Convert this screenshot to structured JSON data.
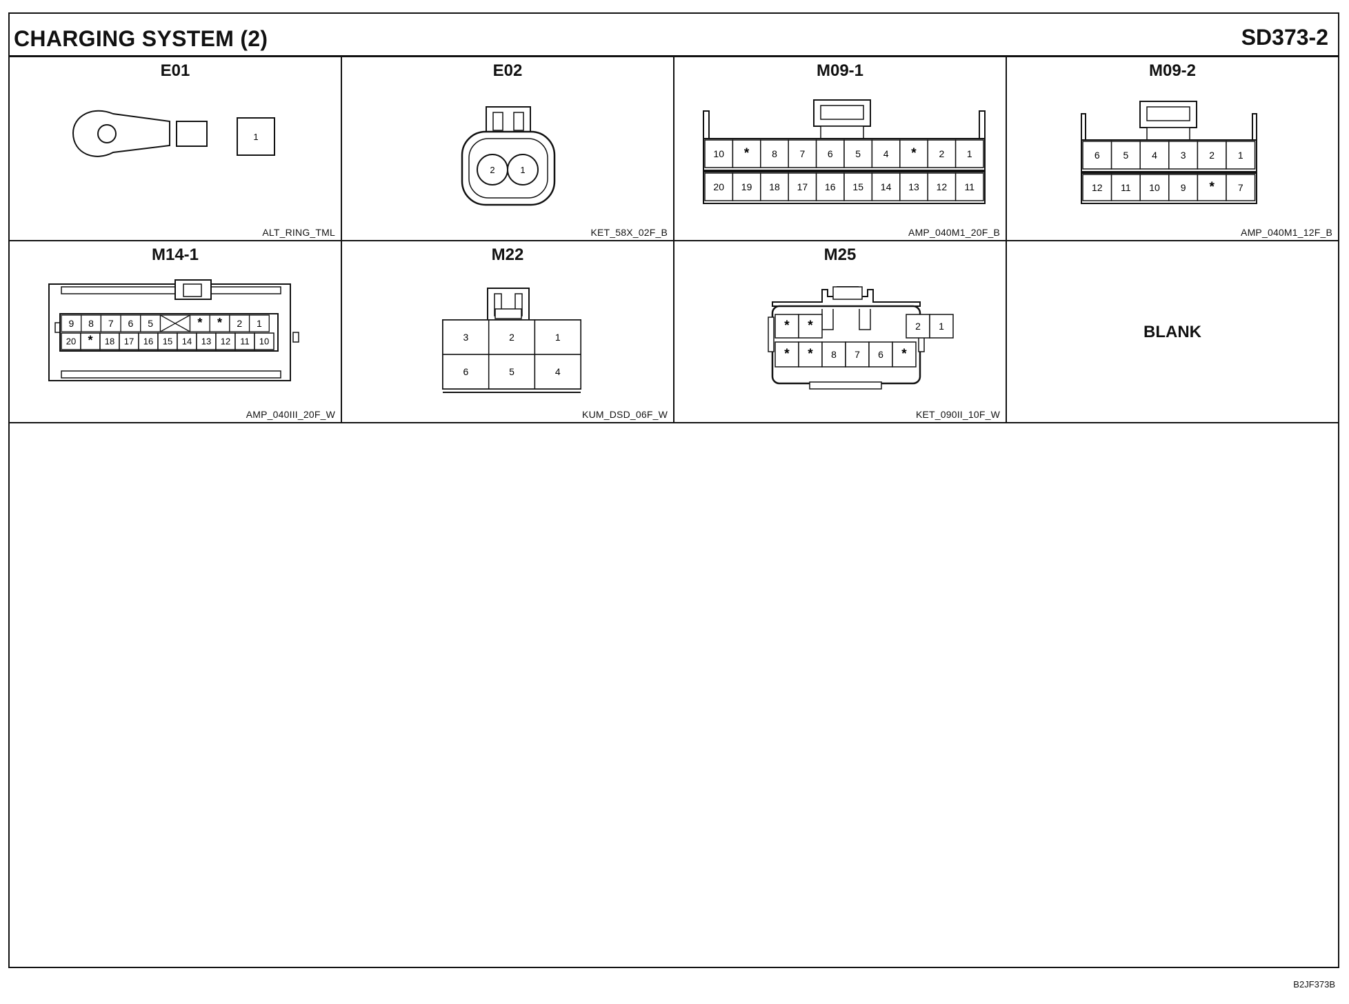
{
  "sheet": {
    "title": "CHARGING SYSTEM (2)",
    "code": "SD373-2",
    "footer_code": "B2JF373B"
  },
  "connectors": [
    {
      "id": "E01",
      "part": "ALT_RING_TML",
      "pins": [
        "1"
      ]
    },
    {
      "id": "E02",
      "part": "KET_58X_02F_B",
      "pins": [
        "2",
        "1"
      ]
    },
    {
      "id": "M09-1",
      "part": "AMP_040M1_20F_B",
      "rows": [
        [
          "10",
          "*",
          "8",
          "7",
          "6",
          "5",
          "4",
          "*",
          "2",
          "1"
        ],
        [
          "20",
          "19",
          "18",
          "17",
          "16",
          "15",
          "14",
          "13",
          "12",
          "11"
        ]
      ]
    },
    {
      "id": "M09-2",
      "part": "AMP_040M1_12F_B",
      "rows": [
        [
          "6",
          "5",
          "4",
          "3",
          "2",
          "1"
        ],
        [
          "12",
          "11",
          "10",
          "9",
          "*",
          "7"
        ]
      ]
    },
    {
      "id": "M14-1",
      "part": "AMP_040III_20F_W",
      "rows": [
        [
          "9",
          "8",
          "7",
          "6",
          "5",
          "X",
          "*",
          "*",
          "2",
          "1"
        ],
        [
          "20",
          "*",
          "18",
          "17",
          "16",
          "15",
          "14",
          "13",
          "12",
          "11",
          "10"
        ]
      ]
    },
    {
      "id": "M22",
      "part": "KUM_DSD_06F_W",
      "rows": [
        [
          "3",
          "2",
          "1"
        ],
        [
          "6",
          "5",
          "4"
        ]
      ]
    },
    {
      "id": "M25",
      "part": "KET_090II_10F_W",
      "rows": [
        [
          "*",
          "*",
          "2",
          "1"
        ],
        [
          "*",
          "*",
          "8",
          "7",
          "6",
          "*"
        ]
      ]
    }
  ],
  "blank_cell": {
    "label": "BLANK"
  }
}
